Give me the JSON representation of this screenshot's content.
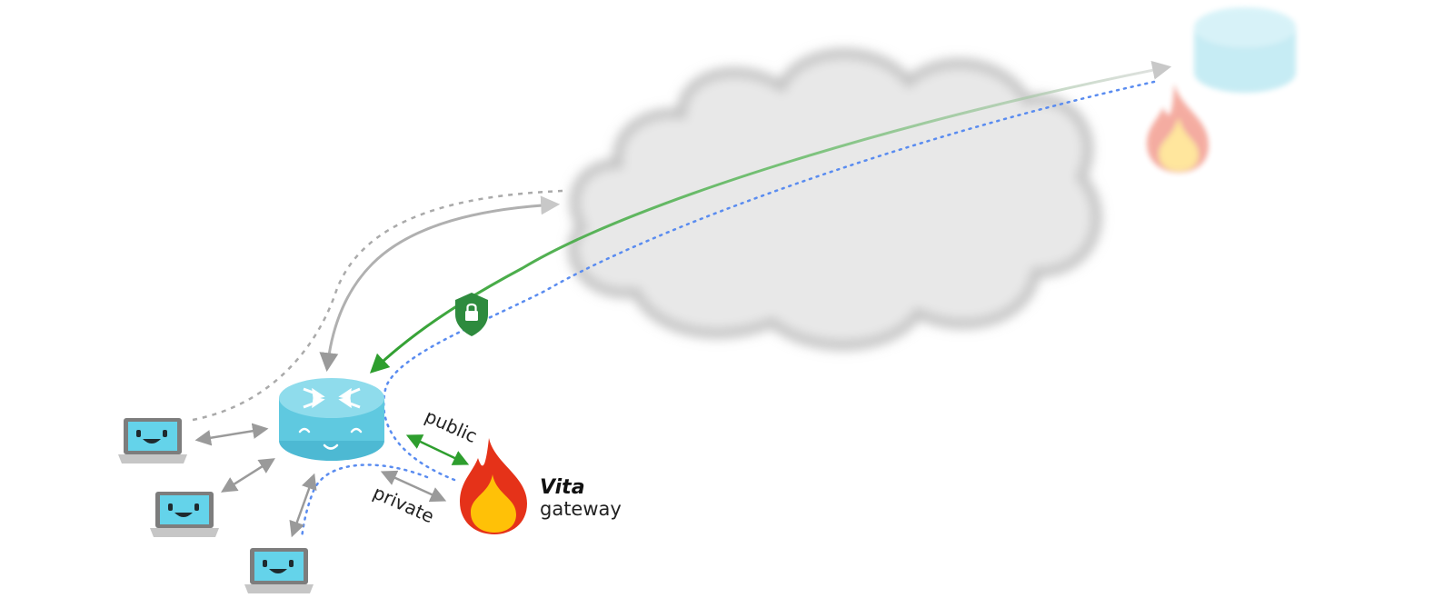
{
  "labels": {
    "public": "public",
    "private": "private",
    "gateway_name": "Vita",
    "gateway_sub": "gateway"
  },
  "colors": {
    "router": "#5fc9e0",
    "router_top": "#8fdcec",
    "laptop_screen": "#64d3ea",
    "secure_tunnel": "#3aa83a",
    "private_path": "#5a8cf0",
    "gray_arrow": "#9a9a9a",
    "cloud": "#e6e6e6",
    "flame_red": "#e53219",
    "flame_yellow": "#ffc107",
    "shield": "#2e8b3e"
  },
  "icons": [
    "laptop-icon",
    "router-icon",
    "cloud-icon",
    "flame-icon",
    "shield-lock-icon",
    "remote-router-icon",
    "remote-flame-icon"
  ]
}
